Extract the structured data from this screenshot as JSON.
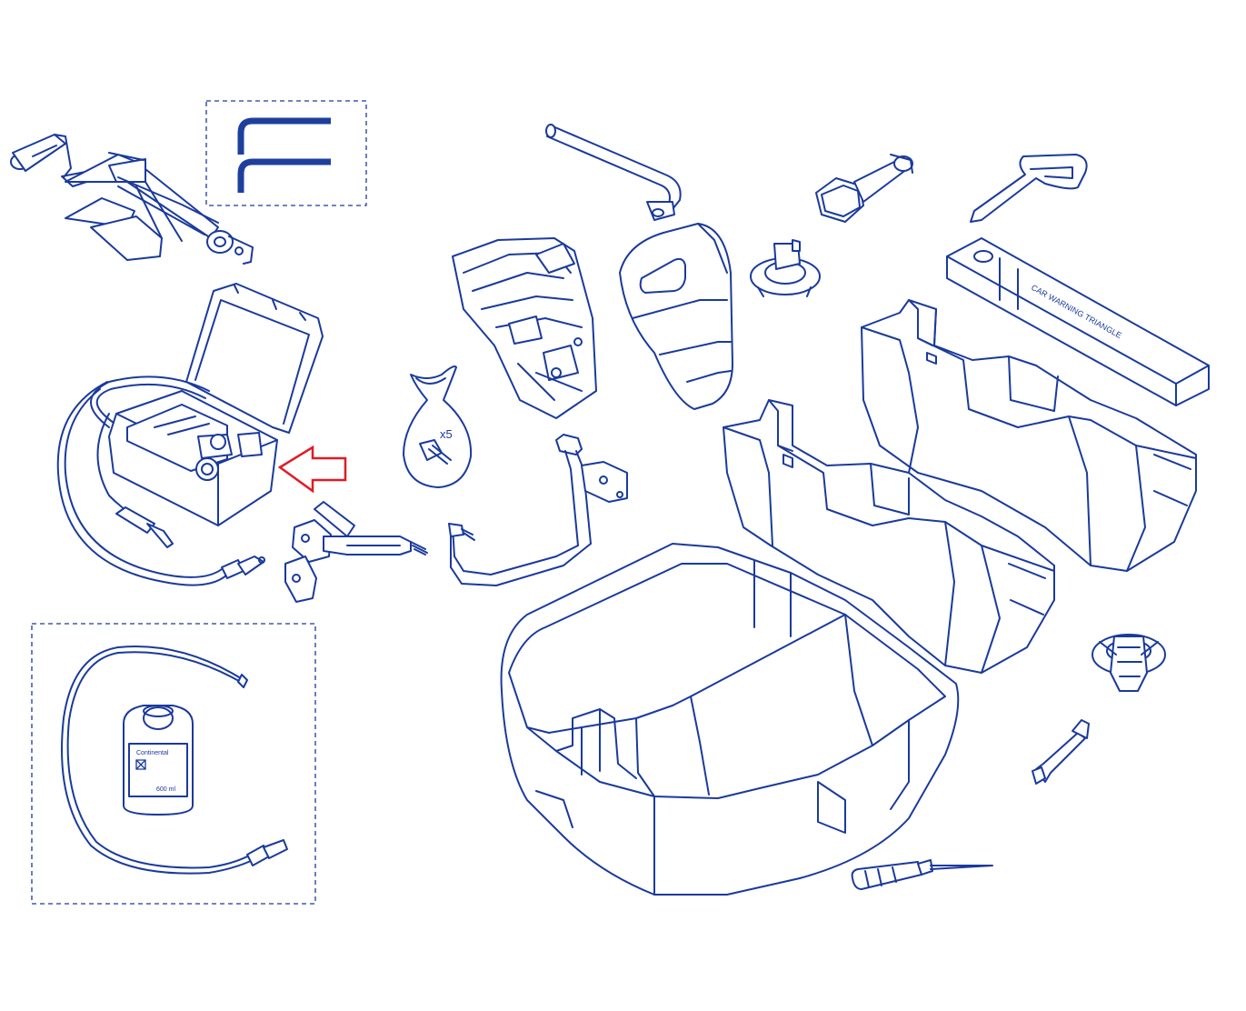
{
  "diagram": {
    "labels": {
      "bolt_count": "x5",
      "triangle_case": "CAR WARNING TRIANGLE",
      "bottle_brand": "Continental",
      "bottle_volume": "600 ml"
    },
    "colors": {
      "line": "#1a3a9c",
      "highlight_arrow": "#e01b24",
      "background": "#ffffff"
    },
    "parts": [
      "scissor-jack",
      "hex-keys",
      "tyre-inflation-compressor-kit",
      "sealant-bottle-with-hose",
      "jack-mounting-bracket",
      "wheel-brace",
      "jack-holder",
      "bolt-bag",
      "hook-bracket",
      "foam-insert",
      "socket-wrench",
      "wing-nut",
      "towing-hook",
      "warning-triangle-case",
      "tool-tray-upper",
      "tool-tray-lower",
      "spare-wheel-well-tray",
      "spare-wheel-fixing",
      "small-spanner",
      "screwdriver"
    ]
  }
}
